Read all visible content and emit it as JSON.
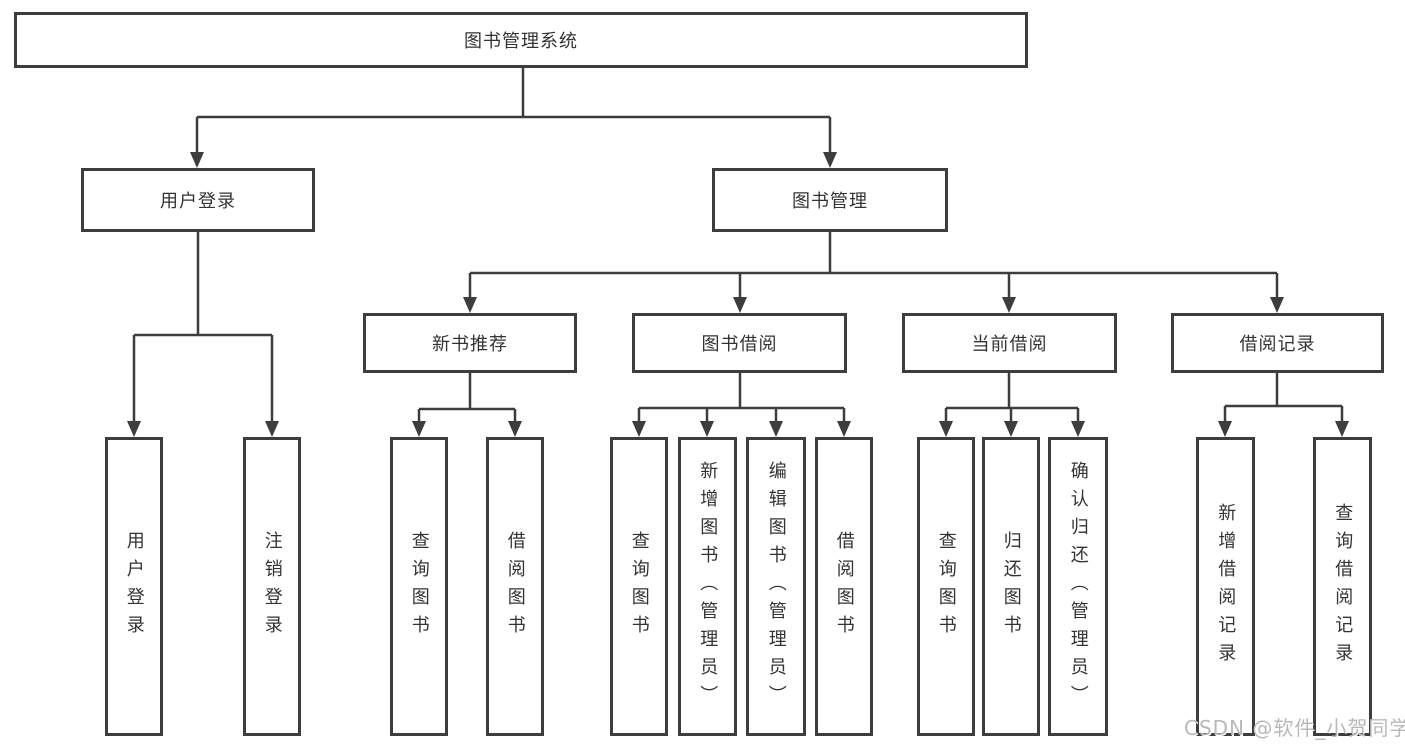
{
  "colors": {
    "line": "#3d3d3d",
    "box_border": "#3d3d3d",
    "text": "#333333",
    "watermark": "#b9b9b9",
    "background": "#ffffff"
  },
  "tree": {
    "root": {
      "label": "图书管理系统"
    },
    "branches": {
      "user_login": {
        "label": "用户登录",
        "children": [
          {
            "label": "用户登录"
          },
          {
            "label": "注销登录"
          }
        ]
      },
      "book_management": {
        "label": "图书管理",
        "children": [
          {
            "label": "新书推荐",
            "children": [
              {
                "label": "查询图书"
              },
              {
                "label": "借阅图书"
              }
            ]
          },
          {
            "label": "图书借阅",
            "children": [
              {
                "label": "查询图书"
              },
              {
                "label": "新增图书（管理员）"
              },
              {
                "label": "编辑图书（管理员）"
              },
              {
                "label": "借阅图书"
              }
            ]
          },
          {
            "label": "当前借阅",
            "children": [
              {
                "label": "查询图书"
              },
              {
                "label": "归还图书"
              },
              {
                "label": "确认归还（管理员）"
              }
            ]
          },
          {
            "label": "借阅记录",
            "children": [
              {
                "label": "新增借阅记录"
              },
              {
                "label": "查询借阅记录"
              }
            ]
          }
        ]
      }
    }
  },
  "watermark": {
    "text": "CSDN @软件_小贺同学"
  }
}
